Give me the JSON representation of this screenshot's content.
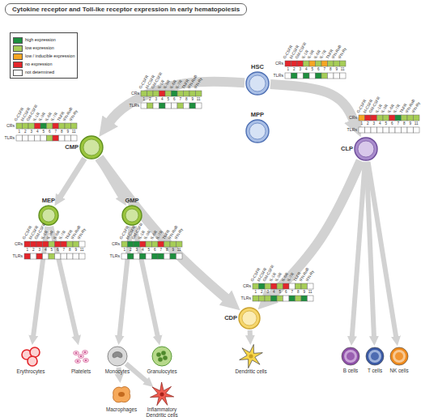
{
  "diagram": {
    "title": "Cytokine receptor and Toll-lke receptor expression in early hematopoiesis",
    "nodes": [
      {
        "text": [
          "HSC"
        ]
      },
      {
        "text": [
          "MPP"
        ]
      },
      {
        "text": [
          "CMP"
        ]
      },
      {
        "text": [
          "CLP"
        ]
      },
      {
        "text": [
          "MEP"
        ]
      },
      {
        "text": [
          "GMP"
        ]
      },
      {
        "text": [
          "CDP"
        ]
      },
      {
        "text": [
          "Erythrocytes"
        ]
      },
      {
        "text": [
          "Platelets"
        ]
      },
      {
        "text": [
          "Monocytes"
        ]
      },
      {
        "text": [
          "Granulocytes"
        ]
      },
      {
        "text": [
          "Dendritic cells"
        ]
      },
      {
        "text": [
          "B cells"
        ]
      },
      {
        "text": [
          "T cells"
        ]
      },
      {
        "text": [
          "NK cells"
        ]
      },
      {
        "text": [
          "Macrophages"
        ]
      },
      {
        "text": [
          "Inflammatory Dendritic cells"
        ]
      }
    ],
    "edges": [
      {
        "from": 0,
        "to": 2,
        "arrow": "to"
      },
      {
        "from": 0,
        "to": 3,
        "arrow": "to"
      },
      {
        "from": 2,
        "to": 6,
        "arrow": "to"
      },
      {
        "from": 3,
        "to": 6,
        "arrow": "to"
      },
      {
        "from": 2,
        "to": 4,
        "arrow": "to"
      },
      {
        "from": 2,
        "to": 5,
        "arrow": "to"
      },
      {
        "from": 4,
        "to": 7,
        "arrow": "to"
      },
      {
        "from": 4,
        "to": 8,
        "arrow": "to"
      },
      {
        "from": 5,
        "to": 9,
        "arrow": "to"
      },
      {
        "from": 5,
        "to": 10,
        "arrow": "to"
      },
      {
        "from": 6,
        "to": 11,
        "arrow": "to"
      },
      {
        "from": 3,
        "to": 12,
        "arrow": "to"
      },
      {
        "from": 3,
        "to": 13,
        "arrow": "to"
      },
      {
        "from": 3,
        "to": 14,
        "arrow": "to"
      },
      {
        "from": 9,
        "to": 15,
        "arrow": "to"
      },
      {
        "from": 9,
        "to": 16,
        "arrow": "to"
      }
    ],
    "labels": [
      "G-CSFR",
      "M-CSFR",
      "GM-CSFR",
      "IL-1R",
      "IL-3R",
      "IL-6R",
      "IL-7R",
      "TNFR",
      "IFN-RαB",
      "IFN-Rγ",
      "CRs",
      "TLRs",
      "1",
      "2",
      "3",
      "4",
      "5",
      "6",
      "7",
      "8",
      "9",
      "11",
      "G-CSFR",
      "M-CSFR",
      "GM-CSFR",
      "IL-1R",
      "IL-3R",
      "IL-6R",
      "IL-7R",
      "TNFR",
      "IFN-RαB",
      "IFN-Rγ",
      "CRs",
      "TLRs",
      "1",
      "2",
      "3",
      "4",
      "5",
      "6",
      "7",
      "8",
      "9",
      "11",
      "G-CSFR",
      "M-CSFR",
      "GM-CSFR",
      "IL-1R",
      "IL-3R",
      "IL-6R",
      "IL-7R",
      "TNFR",
      "IFN-RαB",
      "IFN-Rγ",
      "CRs",
      "TLRs",
      "1",
      "2",
      "3",
      "4",
      "5",
      "6",
      "7",
      "8",
      "9",
      "11",
      "G-CSFR",
      "M-CSFR",
      "GM-CSFR",
      "IL-1R",
      "IL-3R",
      "IL-6R",
      "IL-7R",
      "TNFR",
      "IFN-RαB",
      "IFN-Rγ",
      "CRs",
      "TLRs",
      "1",
      "2",
      "3",
      "4",
      "5",
      "6",
      "7",
      "8",
      "9",
      "11",
      "G-CSFR",
      "M-CSFR",
      "GM-CSFR",
      "IL-1R",
      "IL-3R",
      "IL-6R",
      "IL-7R",
      "TNFR",
      "IFN-RαB",
      "IFN-Rγ",
      "CRs",
      "TLRs",
      "1",
      "2",
      "3",
      "4",
      "5",
      "6",
      "7",
      "8",
      "9",
      "11",
      "G-CSFR",
      "M-CSFR",
      "GM-CSFR",
      "IL-1R",
      "IL-3R",
      "IL-6R",
      "IL-7R",
      "TNFR",
      "IFN-RαB",
      "IFN-Rγ",
      "CRs",
      "TLRs",
      "1",
      "2",
      "3",
      "4",
      "5",
      "6",
      "7",
      "8",
      "9",
      "11",
      "G-CSFR",
      "M-CSFR",
      "GM-CSFR",
      "IL-1R",
      "IL-3R",
      "IL-6R",
      "IL-7R",
      "TNFR",
      "IFN-RαB",
      "IFN-Rγ",
      "CRs",
      "TLRs",
      "1",
      "2",
      "3",
      "4",
      "5",
      "6",
      "7",
      "8",
      "9",
      "11"
    ],
    "legend": [
      {
        "text": "high expression",
        "color": "#1d8f3e"
      },
      {
        "text": "low expression",
        "color": "#a6cd57"
      },
      {
        "text": "low / inducible expression",
        "color": "#f6a623"
      },
      {
        "text": "no expression",
        "color": "#e3262b"
      },
      {
        "text": "not determined",
        "color": "#ffffff"
      }
    ]
  }
}
